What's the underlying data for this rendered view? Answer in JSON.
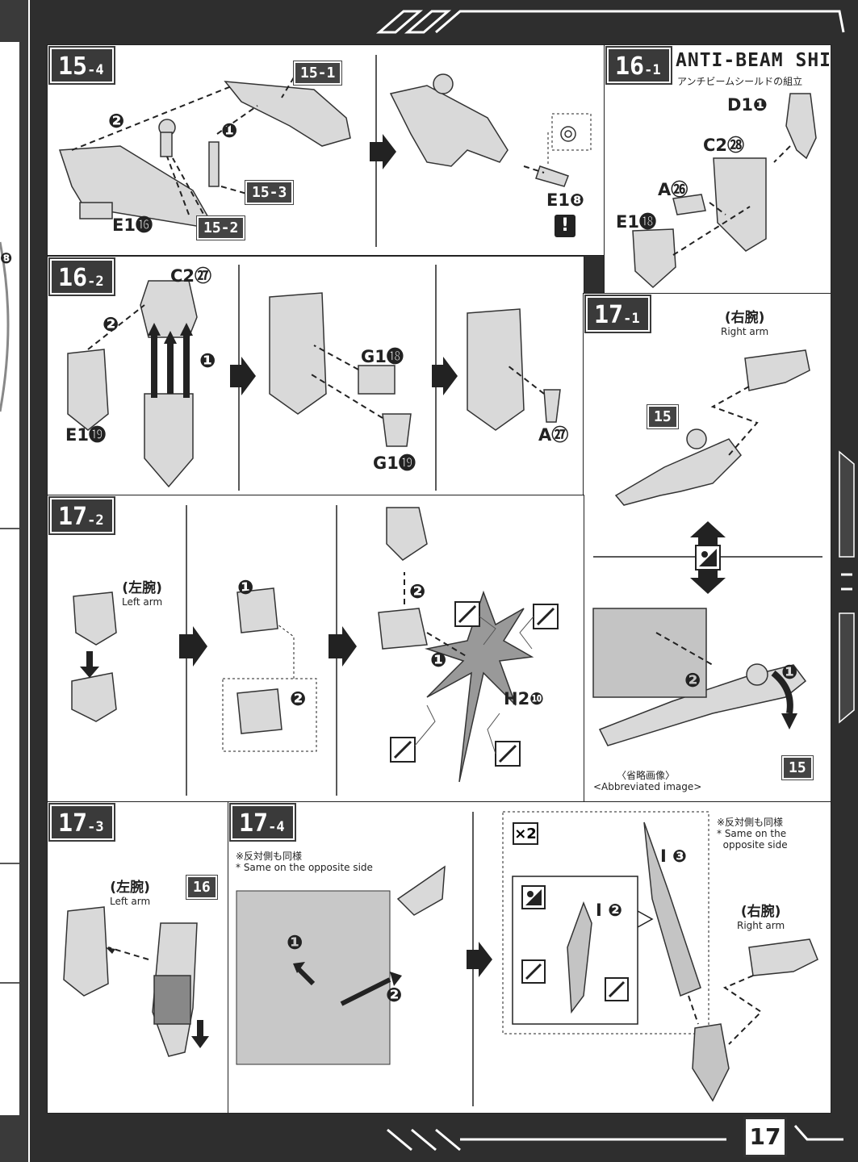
{
  "page_number": "17",
  "steps": {
    "s15_4": {
      "main": "15",
      "sub": "-4"
    },
    "s16_1": {
      "main": "16",
      "sub": "-1"
    },
    "s16_2": {
      "main": "16",
      "sub": "-2"
    },
    "s17_1": {
      "main": "17",
      "sub": "-1"
    },
    "s17_2": {
      "main": "17",
      "sub": "-2"
    },
    "s17_3": {
      "main": "17",
      "sub": "-3"
    },
    "s17_4": {
      "main": "17",
      "sub": "-4"
    }
  },
  "shield": {
    "title": "ANTI-BEAM SHIELD",
    "subtitle": "アンチビームシールドの組立"
  },
  "refs": {
    "r15_1": "15-1",
    "r15_2": "15-2",
    "r15_3": "15-3",
    "r15_a": "15",
    "r15_b": "15",
    "r16": "16"
  },
  "parts": {
    "e1_16": "E1⓰",
    "e1_8": "E1❽",
    "d1_1": "D1❶",
    "c2_28": "C2㉘",
    "a_26": "A㉖",
    "e1_18": "E1⓲",
    "c2_27": "C2㉗",
    "e1_19": "E1⓳",
    "g1_18": "G1⓲",
    "g1_19": "G1⓳",
    "a_27": "A㉗",
    "h2_10": "H2❿",
    "i_3": "I ❸",
    "i_2": "I ❷",
    "left_edge": "❽"
  },
  "callouts": {
    "n1": "❶",
    "n2": "❷",
    "x2": "×2",
    "warn": "!"
  },
  "captions": {
    "right_arm_jp": "(右腕)",
    "right_arm_en": "Right arm",
    "left_arm_jp": "(左腕)",
    "left_arm_en": "Left arm",
    "abbrev_jp": "〈省略画像〉",
    "abbrev_en": "<Abbreviated image>",
    "same_jp": "※反対側も同様",
    "same_en": "* Same on the opposite side",
    "same_en_1": "* Same on the",
    "same_en_2": "opposite side"
  }
}
